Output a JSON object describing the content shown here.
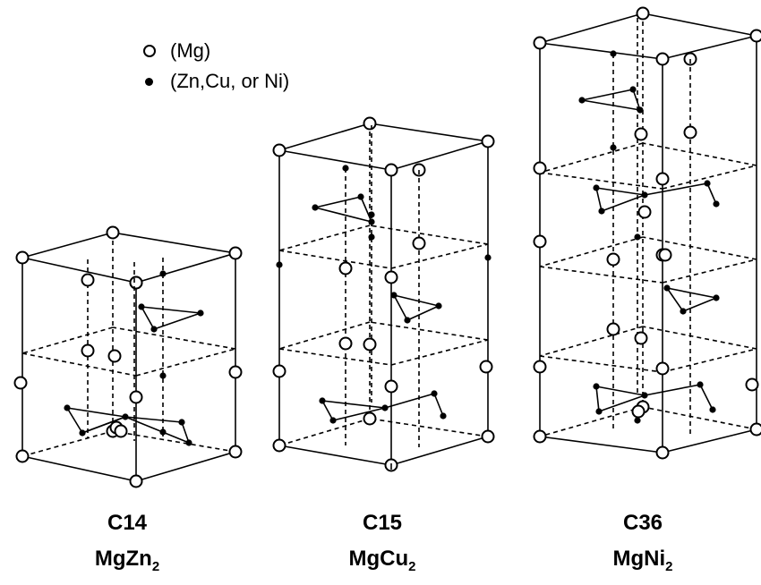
{
  "legend": {
    "open_label": "(Mg)",
    "filled_label": "(Zn,Cu, or Ni)"
  },
  "structures": [
    {
      "code": "C14",
      "formula_base": "MgZn",
      "formula_sub": "2"
    },
    {
      "code": "C15",
      "formula_base": "MgCu",
      "formula_sub": "2"
    },
    {
      "code": "C36",
      "formula_base": "MgNi",
      "formula_sub": "2"
    }
  ],
  "colors": {
    "ink": "#000000",
    "paper": "#ffffff"
  }
}
